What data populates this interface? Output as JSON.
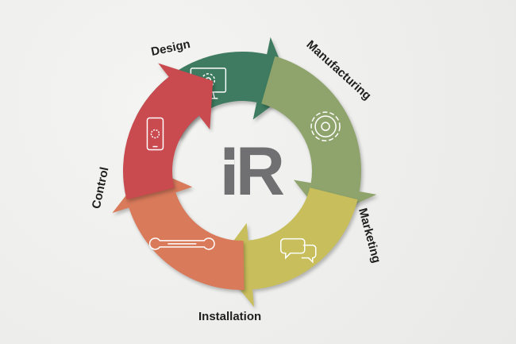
{
  "logo": {
    "text": "IR",
    "color": "#707072"
  },
  "stages": [
    {
      "label": "Design",
      "icon": "monitor-gear-icon",
      "color": "#3e7b60"
    },
    {
      "label": "Manufacturing",
      "icon": "gear-icon",
      "color": "#8fa46c"
    },
    {
      "label": "Marketing",
      "icon": "chat-bubbles-icon",
      "color": "#c8be5c"
    },
    {
      "label": "Installation",
      "icon": "wrench-icon",
      "color": "#d97a5b"
    },
    {
      "label": "Control",
      "icon": "smartphone-gear-icon",
      "color": "#c94a4f"
    }
  ]
}
